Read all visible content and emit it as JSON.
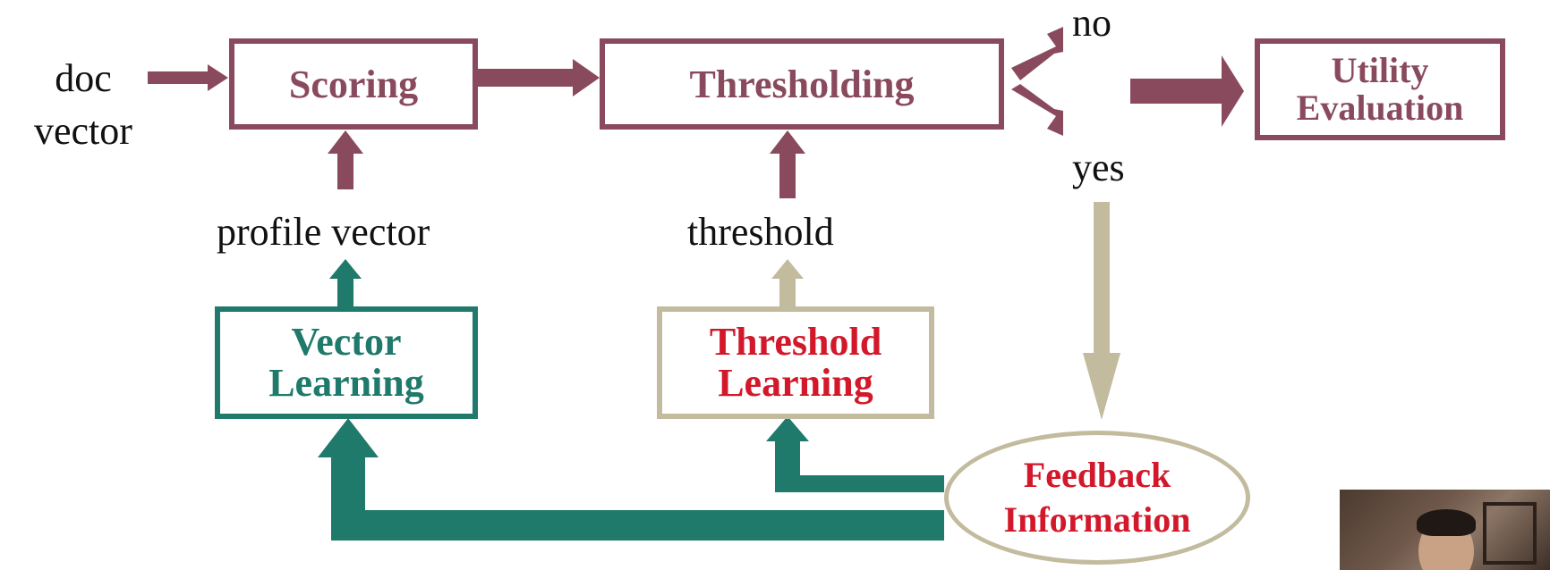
{
  "labels": {
    "doc_line1": "doc",
    "doc_line2": "vector",
    "no": "no",
    "yes": "yes",
    "profile_vector": "profile vector",
    "threshold": "threshold"
  },
  "boxes": {
    "scoring": "Scoring",
    "thresholding": "Thresholding",
    "utility_line1": "Utility",
    "utility_line2": "Evaluation",
    "vector_line1": "Vector",
    "vector_line2": "Learning",
    "threshold_line1": "Threshold",
    "threshold_line2": "Learning",
    "feedback_line1": "Feedback",
    "feedback_line2": "Information"
  },
  "colors": {
    "maroon": "#8a4a5e",
    "teal": "#1f7a6b",
    "tan": "#c2bb9e",
    "red": "#d2182a",
    "text": "#111111"
  },
  "icons": {
    "webcam": "presenter-webcam-thumbnail"
  }
}
